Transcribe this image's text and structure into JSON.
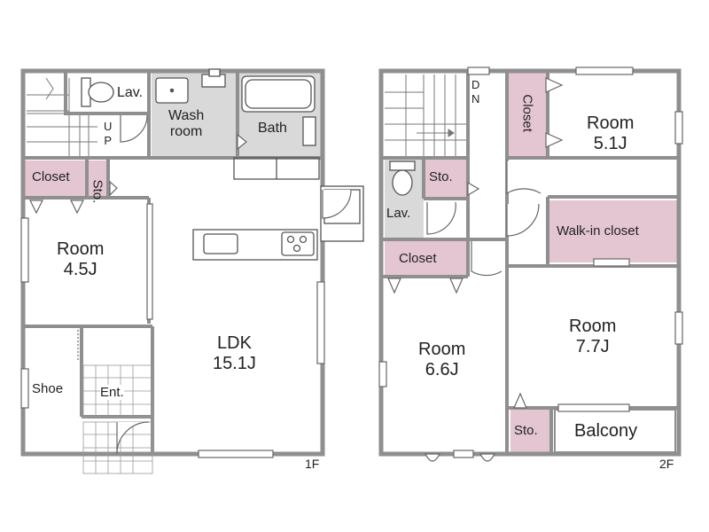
{
  "colors": {
    "wall": "#8f8f8f",
    "storage": "#e4c5d2",
    "wet": "#d9d9d9",
    "fixture": "#555555",
    "background": "#ffffff"
  },
  "floor1": {
    "label": "1F",
    "rooms": {
      "lav": "Lav.",
      "wash_room": "Wash\nroom",
      "bath": "Bath",
      "stair_up": "U\nP",
      "closet": "Closet",
      "storage": "Sto.",
      "room": "Room\n4.5J",
      "ldk": "LDK\n15.1J",
      "shoe": "Shoe",
      "entrance": "Ent."
    }
  },
  "floor2": {
    "label": "2F",
    "rooms": {
      "stair_down": "D\nN",
      "closet_vertical": "Closet",
      "room_north": "Room\n5.1J",
      "storage_upper": "Sto.",
      "lav": "Lav.",
      "walk_in_closet": "Walk-in closet",
      "closet": "Closet",
      "room_west": "Room\n6.6J",
      "room_east": "Room\n7.7J",
      "storage_lower": "Sto.",
      "balcony": "Balcony"
    }
  }
}
